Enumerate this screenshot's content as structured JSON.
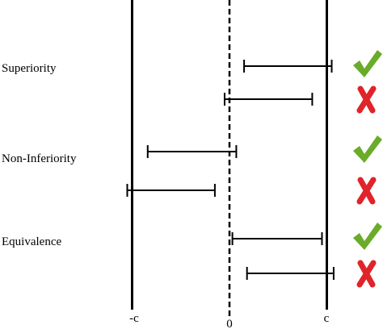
{
  "groups": [
    {
      "label": "Superiority"
    },
    {
      "label": "Non-Inferiority"
    },
    {
      "label": "Equivalence"
    }
  ],
  "axis": {
    "neg_c_label": "-c",
    "zero_label": "0",
    "pos_c_label": "c",
    "range": [
      -1.55,
      1.65
    ],
    "neg_c_value": -1,
    "zero_value": 0,
    "pos_c_value": 1
  },
  "intervals": [
    {
      "group": "Superiority",
      "lower": 0.15,
      "upper": 1.05,
      "result": "pass"
    },
    {
      "group": "Superiority",
      "lower": -0.05,
      "upper": 0.85,
      "result": "fail"
    },
    {
      "group": "Non-Inferiority",
      "lower": -0.84,
      "upper": 0.07,
      "result": "pass"
    },
    {
      "group": "Non-Inferiority",
      "lower": -1.05,
      "upper": -0.15,
      "result": "fail"
    },
    {
      "group": "Equivalence",
      "lower": 0.03,
      "upper": 0.95,
      "result": "pass"
    },
    {
      "group": "Equivalence",
      "lower": 0.18,
      "upper": 1.07,
      "result": "fail"
    }
  ],
  "colors": {
    "pass": "#6aab2a",
    "fail": "#e0242a",
    "line": "#000000"
  },
  "icons": {
    "pass": "check-mark-icon",
    "fail": "cross-mark-icon"
  }
}
